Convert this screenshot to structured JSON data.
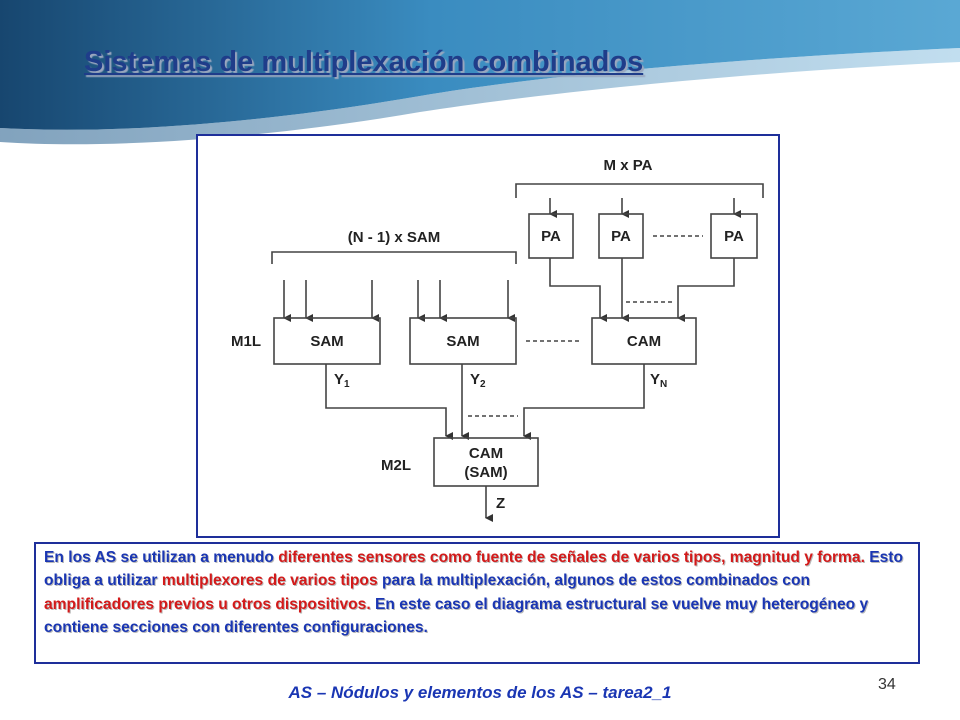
{
  "slide": {
    "title": "Sistemas de multiplexación combinados",
    "footer": "AS – Nódulos y elementos de los AS – tarea2_1",
    "page_number": "34"
  },
  "diagram": {
    "group_label_pa": "M x PA",
    "group_label_sam": "(N - 1) x SAM",
    "pa_label": "PA",
    "sam_label": "SAM",
    "cam_label": "CAM",
    "out_cam_label": "CAM",
    "out_sam_label": "(SAM)",
    "level1_label": "M1L",
    "level2_label": "M2L",
    "y_label": "Y",
    "y1_sub": "1",
    "y2_sub": "2",
    "yn_sub": "N",
    "z_label": "Z"
  },
  "description": {
    "segments": [
      {
        "text": "En los AS se utilizan a menudo ",
        "color": "blue"
      },
      {
        "text": "diferentes sensores como fuente de señales de varios tipos, magnitud y forma.",
        "color": "red"
      },
      {
        "text": " Esto obliga a utilizar ",
        "color": "blue"
      },
      {
        "text": "multiplexores de varios tipos",
        "color": "red"
      },
      {
        "text": " para la multiplexación, algunos de estos combinados con ",
        "color": "blue"
      },
      {
        "text": "amplificadores previos u otros dispositivos.",
        "color": "red"
      },
      {
        "text": " En este caso el diagrama estructural se vuelve muy heterogéneo y contiene secciones con diferentes configuraciones.",
        "color": "blue"
      }
    ]
  },
  "colors": {
    "accent": "#1e2f9a",
    "header_blue": "#2f78ad",
    "title": "#1f3d8a",
    "text_blue": "#1a36b3",
    "text_red": "#d31a1a"
  }
}
